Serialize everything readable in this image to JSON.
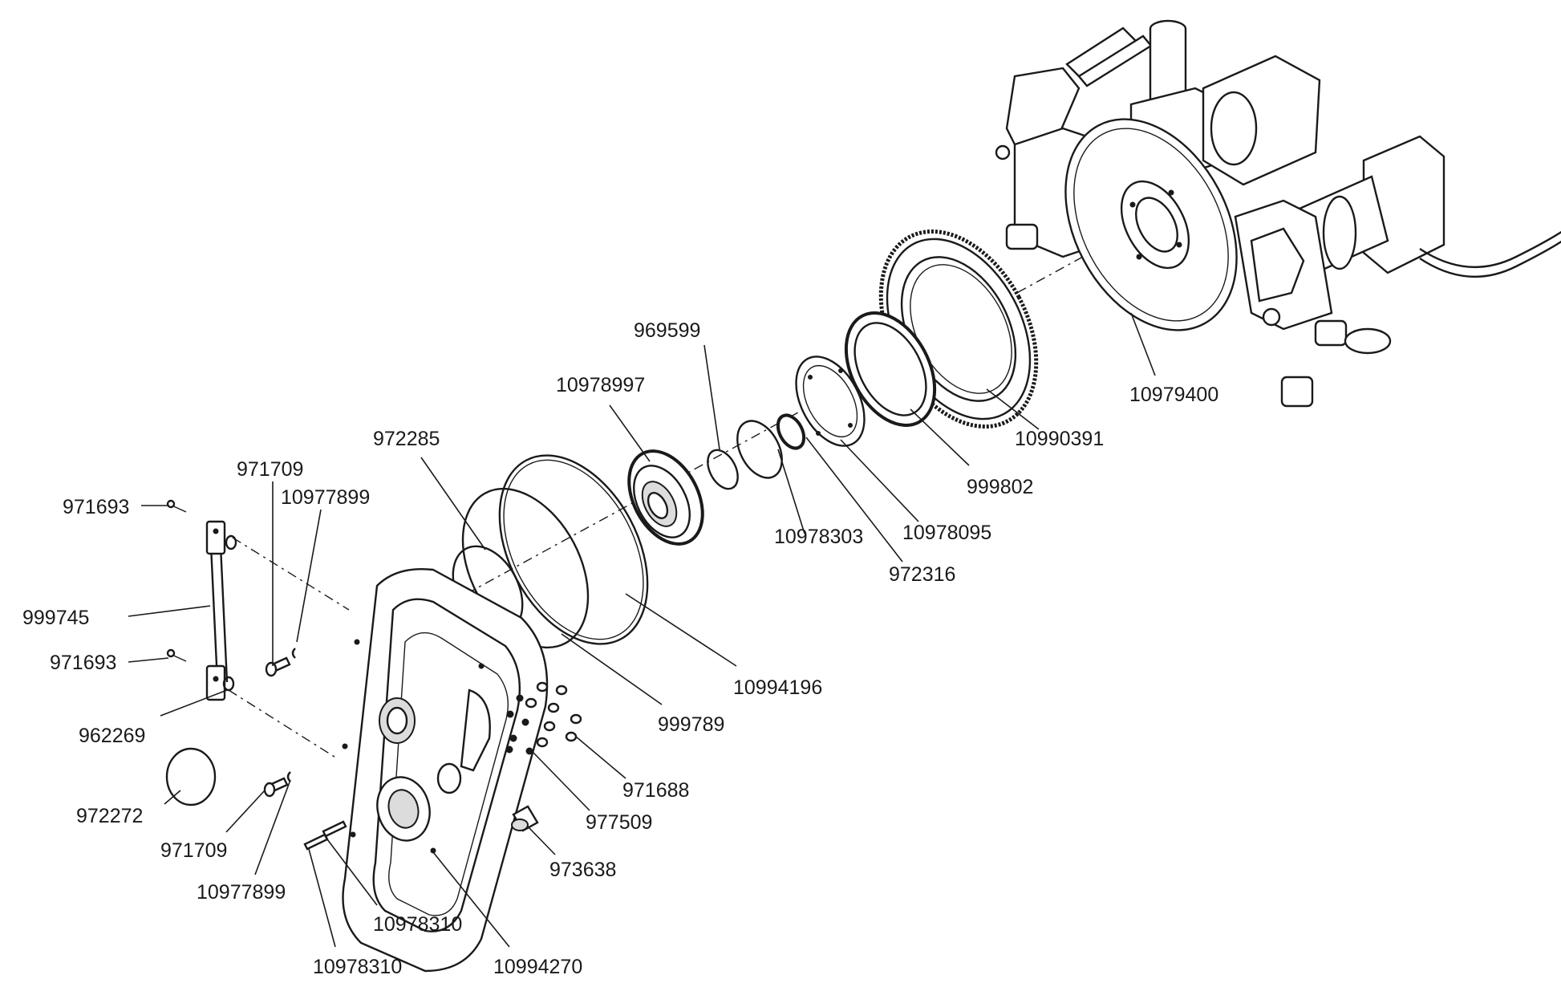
{
  "labels": {
    "p969599": "969599",
    "p10978997": "10978997",
    "p972285": "972285",
    "p971709_top": "971709",
    "p10977899_top": "10977899",
    "p971693_top": "971693",
    "p999745": "999745",
    "p971693_bottom": "971693",
    "p962269": "962269",
    "p972272": "972272",
    "p971709_bottom": "971709",
    "p10977899_bottom": "10977899",
    "p10978310_right": "10978310",
    "p10978310_left": "10978310",
    "p10994270": "10994270",
    "p973638": "973638",
    "p977509": "977509",
    "p971688": "971688",
    "p999789": "999789",
    "p10994196": "10994196",
    "p10978303": "10978303",
    "p972316": "972316",
    "p10978095": "10978095",
    "p999802": "999802",
    "p10990391": "10990391",
    "p10979400": "10979400"
  }
}
